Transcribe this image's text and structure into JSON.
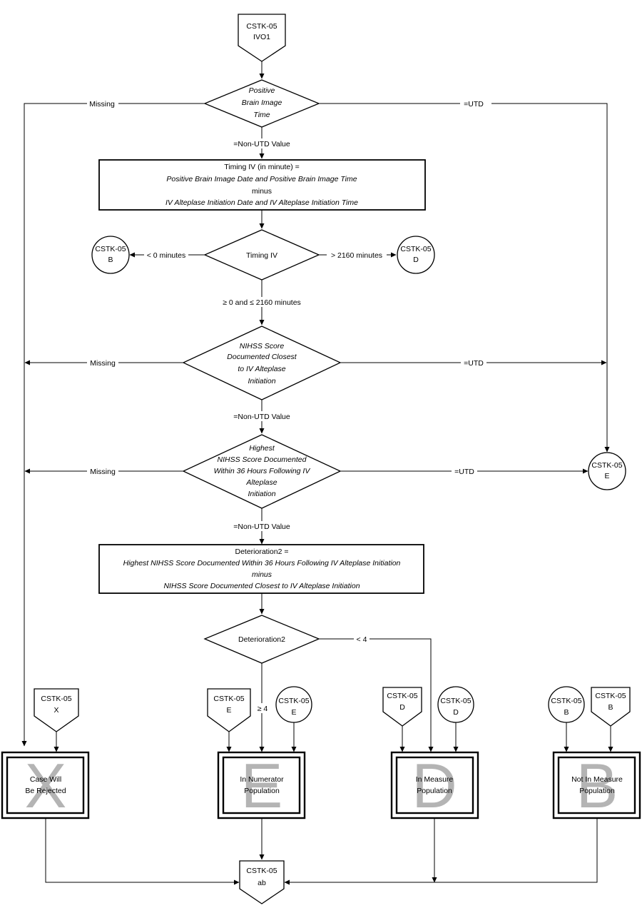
{
  "connectors": {
    "start": {
      "code": "CSTK-05",
      "label": "IVO1"
    },
    "end": {
      "code": "CSTK-05",
      "label": "ab"
    },
    "to_b": {
      "code": "CSTK-05",
      "label": "B"
    },
    "to_d": {
      "code": "CSTK-05",
      "label": "D"
    },
    "to_e_right": {
      "code": "CSTK-05",
      "label": "E"
    },
    "x_offpage": {
      "code": "CSTK-05",
      "label": "X"
    },
    "e_offpage": {
      "code": "CSTK-05",
      "label": "E"
    },
    "e_onpage": {
      "code": "CSTK-05",
      "label": "E"
    },
    "d_offpage": {
      "code": "CSTK-05",
      "label": "D"
    },
    "d_onpage": {
      "code": "CSTK-05",
      "label": "D"
    },
    "b_onpage": {
      "code": "CSTK-05",
      "label": "B"
    },
    "b_offpage": {
      "code": "CSTK-05",
      "label": "B"
    }
  },
  "decisions": {
    "brain_image": [
      "Positive",
      "Brain Image",
      "Time"
    ],
    "timing_iv": [
      "Timing IV"
    ],
    "nihss_closest": [
      "NIHSS Score",
      "Documented Closest",
      "to IV Alteplase",
      "Initiation"
    ],
    "highest_nihss": [
      "Highest",
      "NIHSS Score Documented",
      "Within 36 Hours Following IV",
      "Alteplase",
      "Initiation"
    ],
    "deterioration": [
      "Deterioration2"
    ]
  },
  "processes": {
    "timing_calc": {
      "line1": "Timing IV (in minute) =",
      "line2": "Positive Brain Image  Date and Positive Brain Image  Time",
      "line3": "minus",
      "line4": "IV Alteplase Initiation Date and IV Alteplase Initiation Time"
    },
    "deterioration_calc": {
      "line1": "Deterioration2 =",
      "line2": "Highest NIHSS Score Documented Within 36 Hours Following  IV Alteplase Initiation",
      "line3": "minus",
      "line4": "NIHSS Score Documented Closest to IV Alteplase Initiation"
    }
  },
  "edge_labels": {
    "missing_1": "Missing",
    "utd_1": "=UTD",
    "non_utd_1": "=Non-UTD Value",
    "lt_zero": "< 0 minutes",
    "gt_2160": "> 2160 minutes",
    "range": "≥ 0 and ≤ 2160  minutes",
    "missing_2": "Missing",
    "utd_2": "=UTD",
    "non_utd_2": "=Non-UTD Value",
    "missing_3": "Missing",
    "utd_3": "=UTD",
    "non_utd_3": "=Non-UTD Value",
    "lt_four": "< 4",
    "gte_four": "≥ 4"
  },
  "outcomes": {
    "x": {
      "letter": "X",
      "line1": "Case Will",
      "line2": "Be Rejected"
    },
    "e": {
      "letter": "E",
      "line1": "In Numerator",
      "line2": "Population"
    },
    "d": {
      "letter": "D",
      "line1": "In Measure",
      "line2": "Population"
    },
    "b": {
      "letter": "B",
      "line1": "Not In Measure",
      "line2": "Population"
    }
  }
}
